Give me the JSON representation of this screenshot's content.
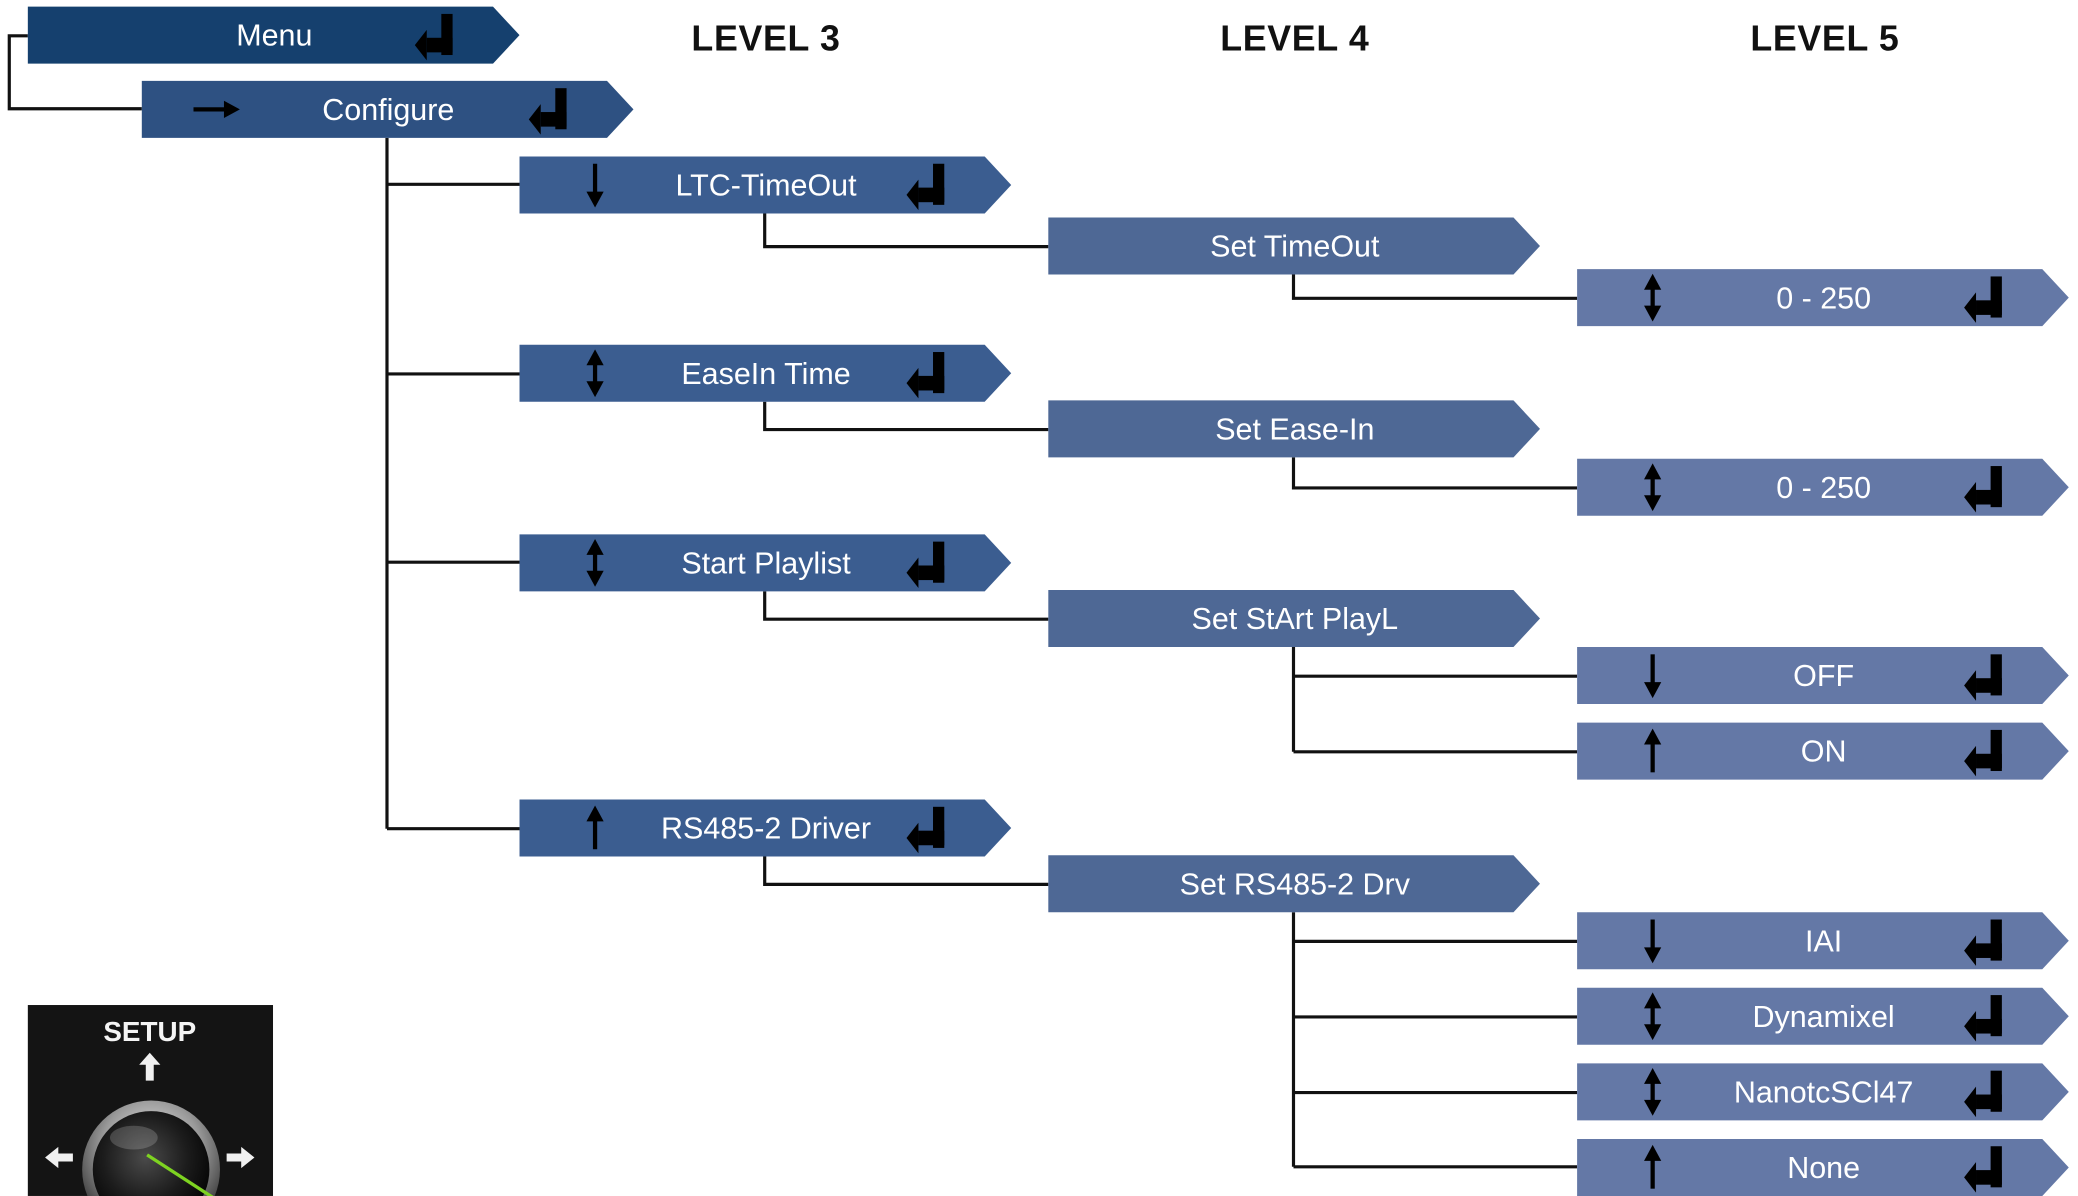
{
  "headers": {
    "level3": "LEVEL 3",
    "level4": "LEVEL 4",
    "level5": "LEVEL 5"
  },
  "colors": {
    "menu": "#15406e",
    "level2": "#2e5182",
    "level3": "#3b5d90",
    "level4": "#4e6895",
    "level5": "#6478a6",
    "line": "#111111",
    "text": "#ffffff",
    "icon": "#000000"
  },
  "nodes": {
    "menu": {
      "label": "Menu",
      "nav_icon": "none",
      "enter": true
    },
    "configure": {
      "label": "Configure",
      "nav_icon": "arrow-right",
      "enter": true
    },
    "ltc_timeout": {
      "label": "LTC-TimeOut",
      "nav_icon": "arrow-down",
      "enter": true
    },
    "set_timeout": {
      "label": "Set TimeOut",
      "nav_icon": "none",
      "enter": false
    },
    "timeout_value": {
      "label": "0 - 250",
      "nav_icon": "arrow-updown",
      "enter": true
    },
    "easein_time": {
      "label": "EaseIn Time",
      "nav_icon": "arrow-updown",
      "enter": true
    },
    "set_easein": {
      "label": "Set Ease-In",
      "nav_icon": "none",
      "enter": false
    },
    "easein_value": {
      "label": "0 - 250",
      "nav_icon": "arrow-updown",
      "enter": true
    },
    "start_playlist": {
      "label": "Start Playlist",
      "nav_icon": "arrow-updown",
      "enter": true
    },
    "set_start_playl": {
      "label": "Set StArt PlayL",
      "nav_icon": "none",
      "enter": false
    },
    "playlist_off": {
      "label": "OFF",
      "nav_icon": "arrow-down",
      "enter": true
    },
    "playlist_on": {
      "label": "ON",
      "nav_icon": "arrow-up",
      "enter": true
    },
    "rs485_driver": {
      "label": "RS485-2 Driver",
      "nav_icon": "arrow-up",
      "enter": true
    },
    "set_rs485_drv": {
      "label": "Set RS485-2 Drv",
      "nav_icon": "none",
      "enter": false
    },
    "drv_iai": {
      "label": "IAI",
      "nav_icon": "arrow-down",
      "enter": true
    },
    "drv_dynamixel": {
      "label": "Dynamixel",
      "nav_icon": "arrow-updown",
      "enter": true
    },
    "drv_nanotec": {
      "label": "NanotcSCl47",
      "nav_icon": "arrow-updown",
      "enter": true
    },
    "drv_none": {
      "label": "None",
      "nav_icon": "arrow-up",
      "enter": true
    }
  },
  "setup_panel": {
    "label": "SETUP",
    "icons": [
      "arrow-up-icon",
      "arrow-left-icon",
      "arrow-right-icon",
      "rotary-knob-icon"
    ]
  }
}
